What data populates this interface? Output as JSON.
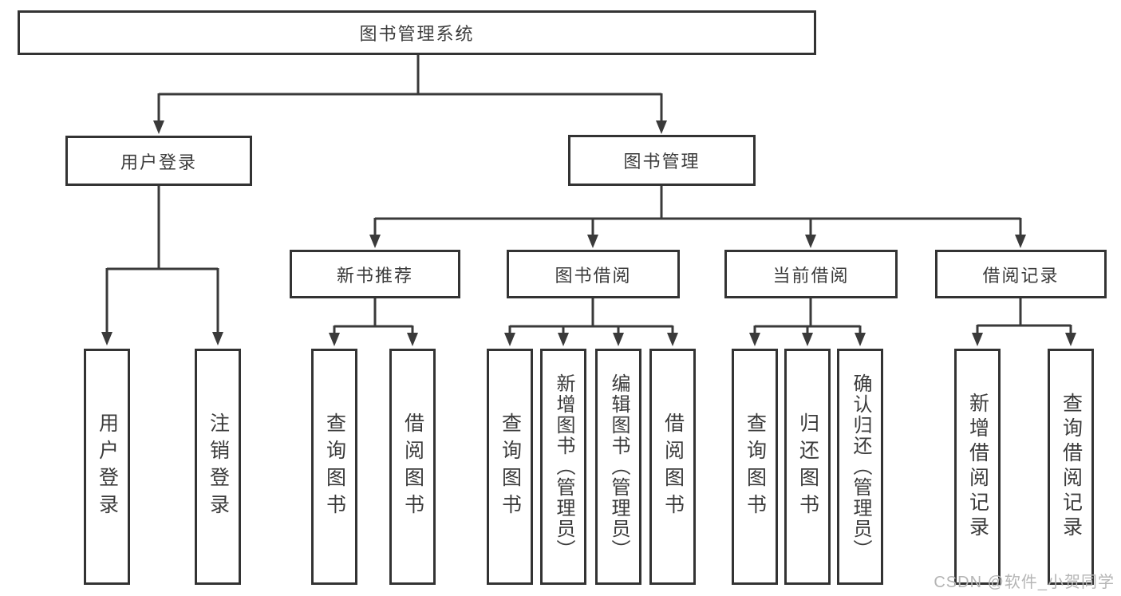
{
  "diagram": {
    "root": "图书管理系统",
    "level2": [
      "用户登录",
      "图书管理"
    ],
    "level3": [
      "新书推荐",
      "图书借阅",
      "当前借阅",
      "借阅记录"
    ],
    "leaves": {
      "user": [
        "用户登录",
        "注销登录"
      ],
      "recommend": [
        "查询图书",
        "借阅图书"
      ],
      "borrow": [
        "查询图书",
        "新增图书（管理员）",
        "编辑图书（管理员）",
        "借阅图书"
      ],
      "current": [
        "查询图书",
        "归还图书",
        "确认归还（管理员）"
      ],
      "records": [
        "新增借阅记录",
        "查询借阅记录"
      ]
    }
  },
  "watermark": "CSDN @软件_小贺同学",
  "colors": {
    "line": "#3a3a3a",
    "border": "#333333",
    "text": "#3b3b3b",
    "background": "#ffffff",
    "watermark": "#b5b5b5"
  }
}
